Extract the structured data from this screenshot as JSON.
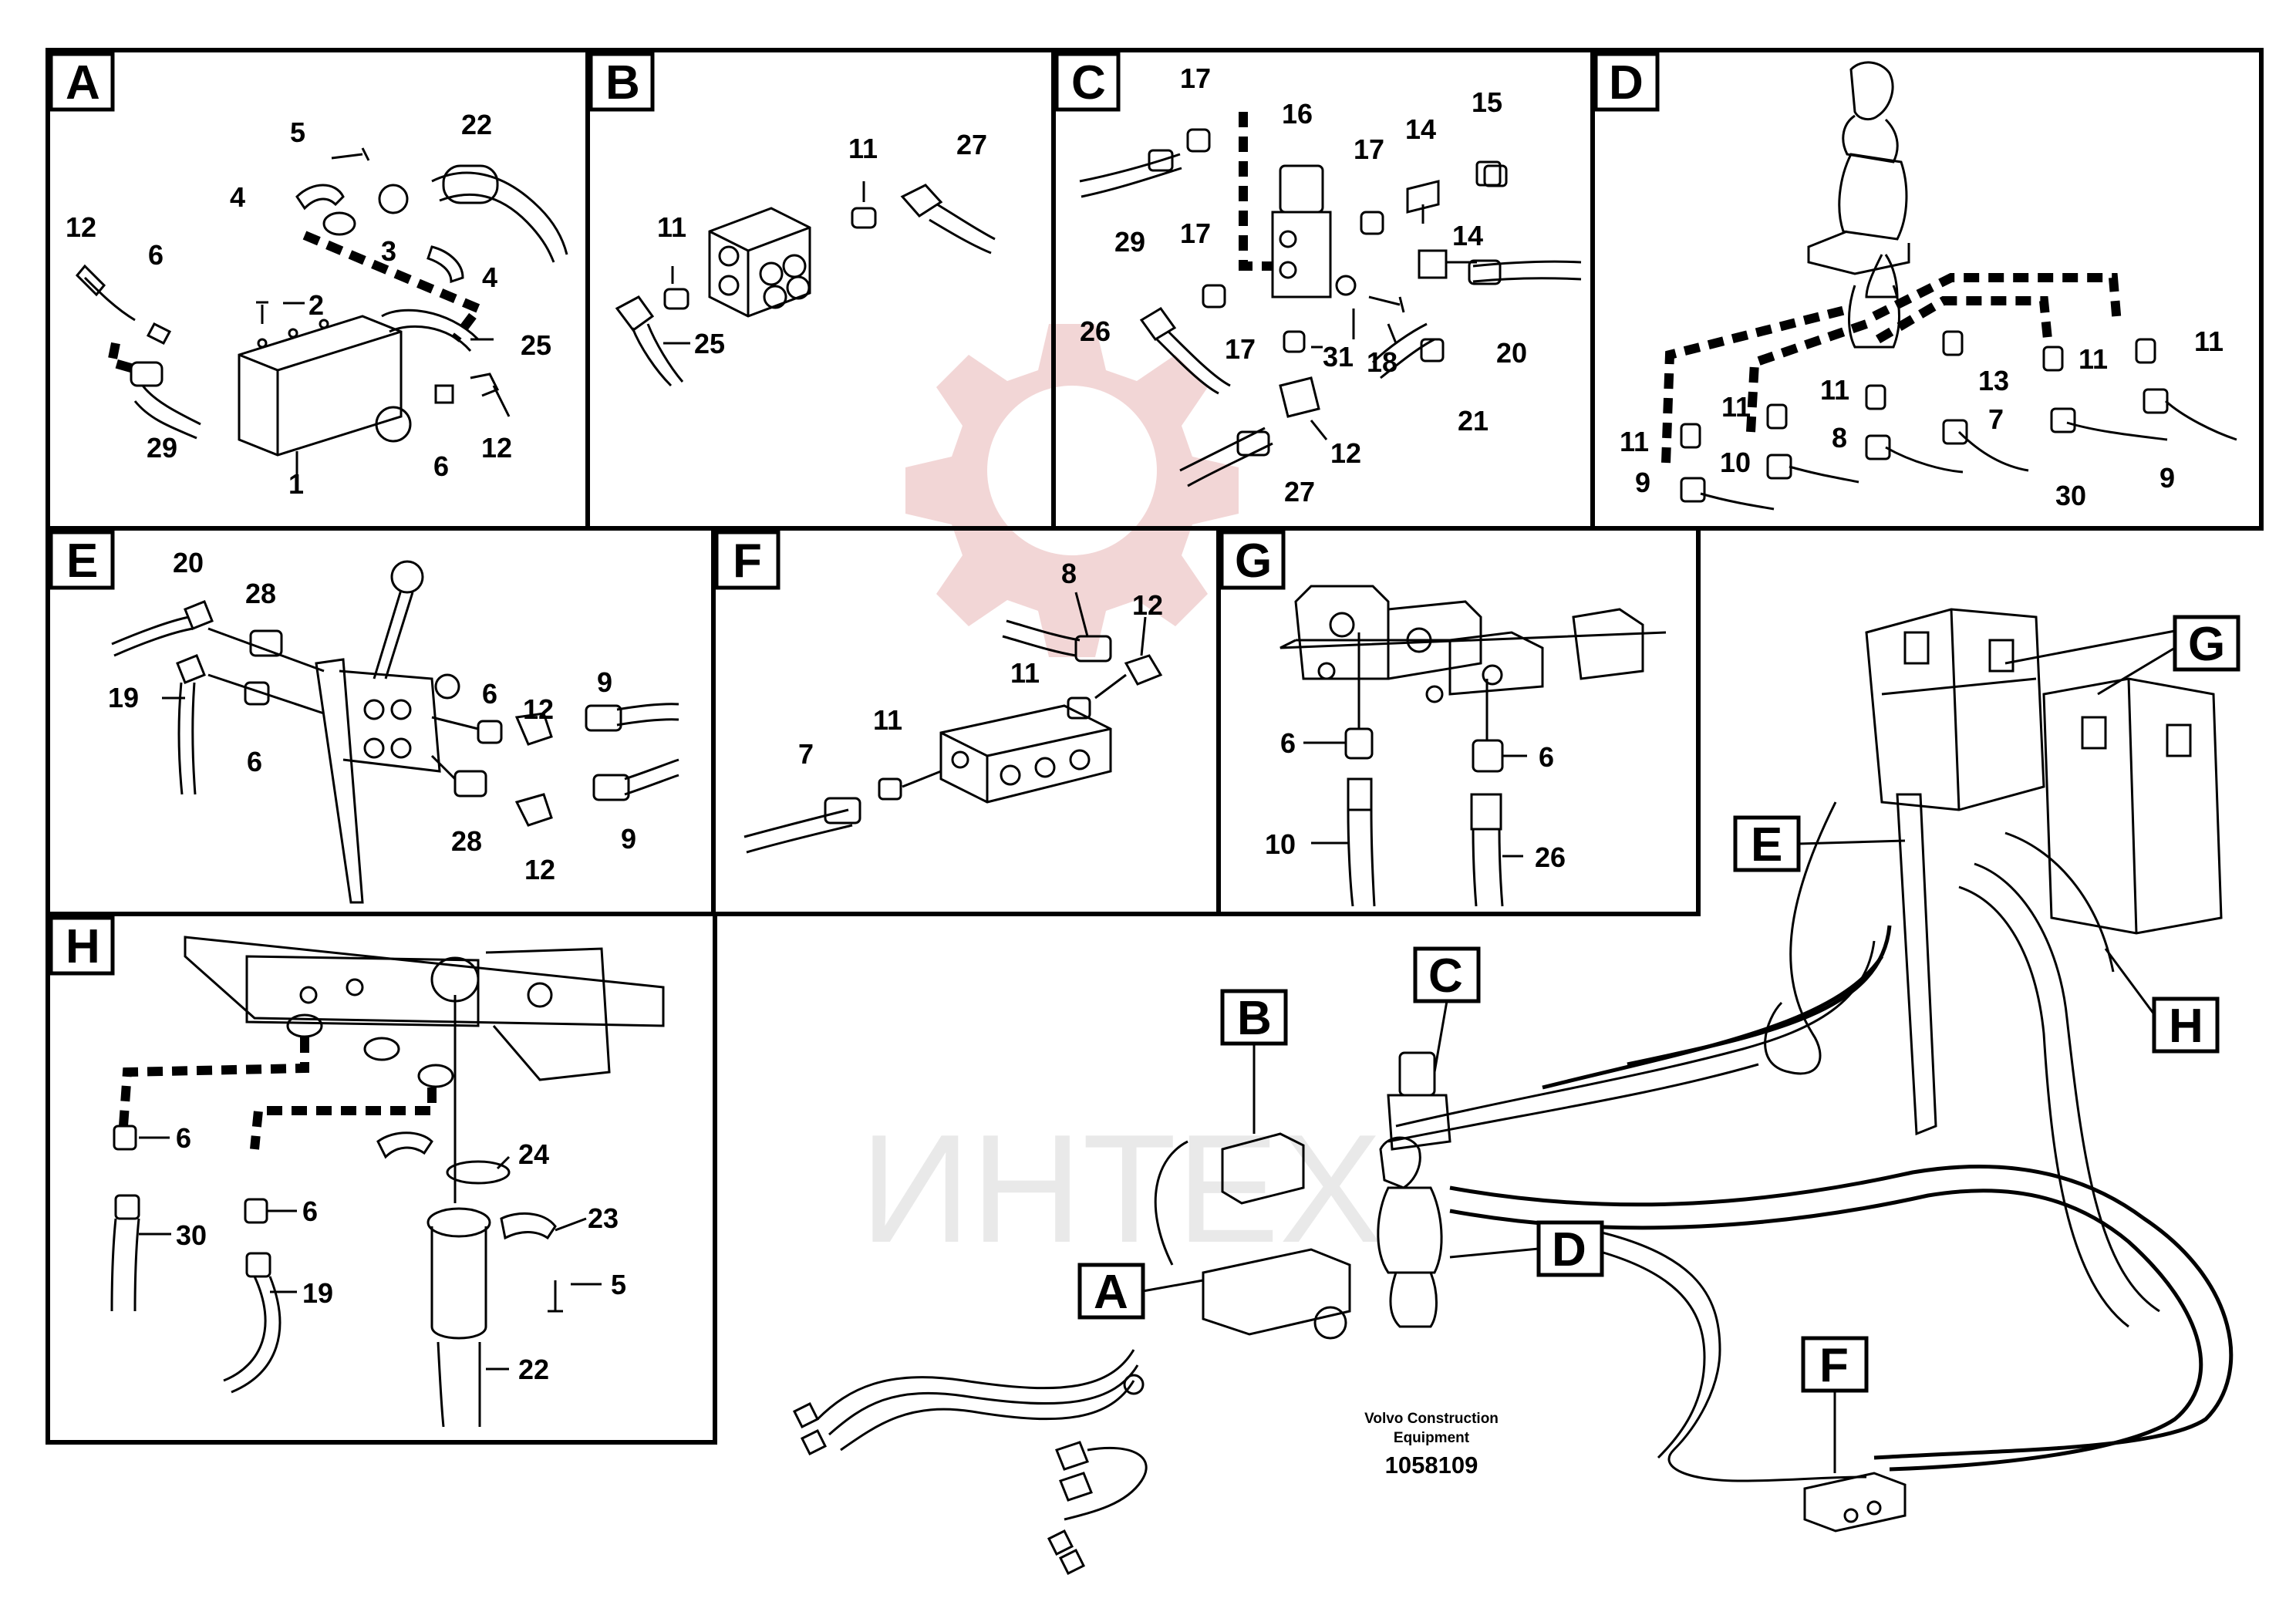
{
  "panels": [
    {
      "id": "A",
      "label": "A",
      "parts": [
        "5",
        "22",
        "4",
        "12",
        "6",
        "3",
        "4",
        "2",
        "25",
        "29",
        "1",
        "6",
        "12"
      ]
    },
    {
      "id": "B",
      "label": "B",
      "parts": [
        "11",
        "27",
        "11",
        "25"
      ]
    },
    {
      "id": "C",
      "label": "C",
      "parts": [
        "17",
        "16",
        "14",
        "15",
        "17",
        "29",
        "17",
        "14",
        "26",
        "17",
        "31",
        "18",
        "20",
        "21",
        "12",
        "27"
      ]
    },
    {
      "id": "D",
      "label": "D",
      "parts": [
        "11",
        "11",
        "11",
        "11",
        "13",
        "11",
        "7",
        "8",
        "10",
        "9",
        "30",
        "9"
      ]
    },
    {
      "id": "E",
      "label": "E",
      "parts": [
        "20",
        "28",
        "19",
        "6",
        "6",
        "12",
        "9",
        "28",
        "12",
        "9"
      ]
    },
    {
      "id": "F",
      "label": "F",
      "parts": [
        "8",
        "12",
        "11",
        "11",
        "7"
      ]
    },
    {
      "id": "G",
      "label": "G",
      "parts": [
        "6",
        "6",
        "10",
        "26"
      ]
    },
    {
      "id": "H",
      "label": "H",
      "parts": [
        "6",
        "6",
        "24",
        "30",
        "23",
        "19",
        "5",
        "22"
      ]
    }
  ],
  "overview_callouts": [
    "A",
    "B",
    "C",
    "D",
    "E",
    "F",
    "G",
    "H"
  ],
  "footer": {
    "company_line1": "Volvo Construction",
    "company_line2": "Equipment",
    "drawing_number": "1058109"
  },
  "watermark": {
    "text": "ИНТЕХ",
    "color": "#e8b5b5"
  },
  "colors": {
    "line": "#000000",
    "watermark": "#e8b5b5"
  }
}
